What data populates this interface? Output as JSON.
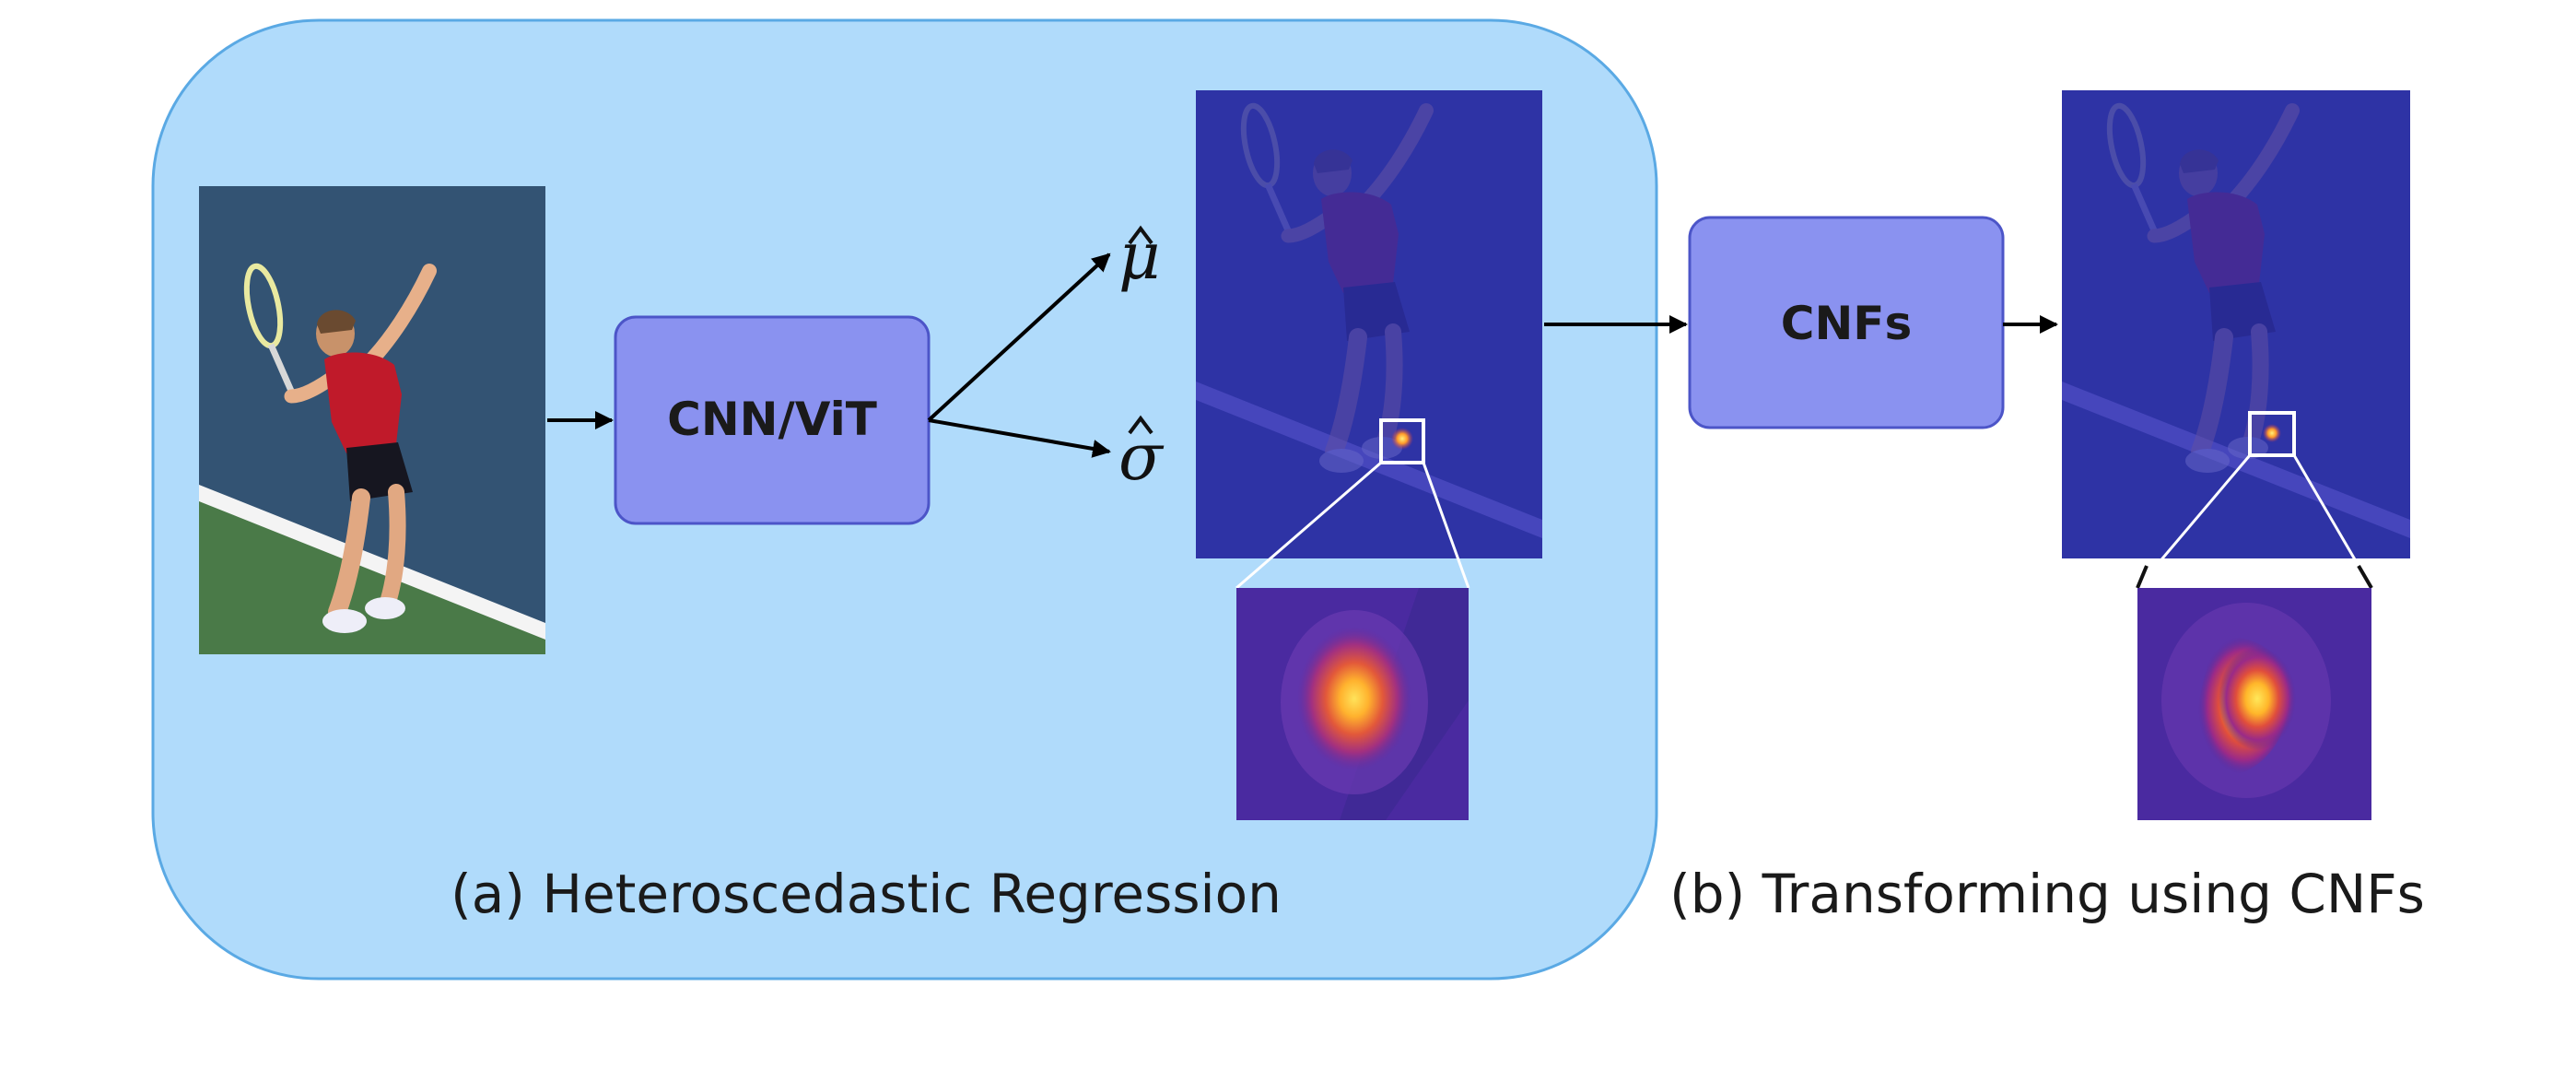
{
  "panel_a": {
    "caption": "(a) Heteroscedastic Regression",
    "model_label": "CNN/ViT",
    "outputs": {
      "mu": "μ",
      "sigma": "σ"
    }
  },
  "panel_b": {
    "caption": "(b) Transforming using CNFs",
    "model_label": "CNFs"
  },
  "colors": {
    "panel_background": "#b0dbfb",
    "panel_border": "#5aa9e4",
    "model_box_fill": "#8a92f0",
    "model_box_border": "#4c55c8",
    "heatmap_overlay": "#2a2ab0",
    "arrow": "#000000"
  },
  "icons": {
    "input_image": "tennis-player-photo",
    "heatmap_a": "gaussian-heatmap",
    "heatmap_b": "refined-heatmap"
  }
}
